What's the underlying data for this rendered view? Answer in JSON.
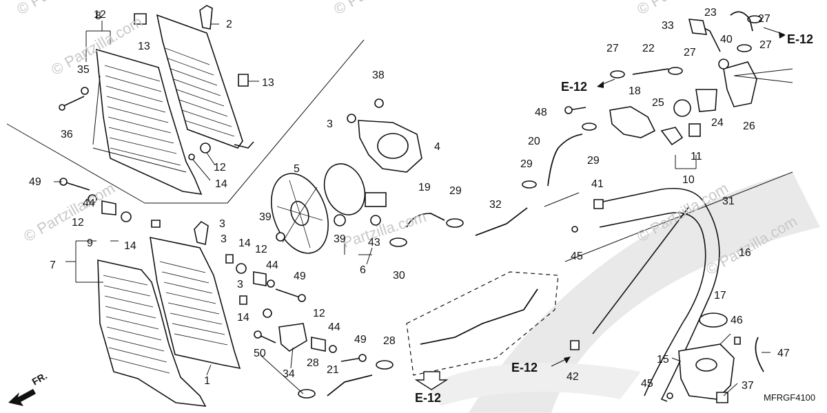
{
  "diagram": {
    "code": "MFRGF4100",
    "front_label": "FR.",
    "watermarks": [
      "© Partzilla.com",
      "© Partzilla.com",
      "© Partzilla.com",
      "© Partzilla.com",
      "© Partzilla.com",
      "© Partzilla.com",
      "© Partzilla.com",
      "Partzilla.com"
    ],
    "references": [
      "E-12",
      "E-12",
      "E-12",
      "E-12"
    ],
    "callouts": [
      "1",
      "2",
      "3",
      "3",
      "3",
      "3",
      "4",
      "5",
      "6",
      "7",
      "8",
      "9",
      "10",
      "11",
      "12",
      "12",
      "12",
      "12",
      "12",
      "13",
      "13",
      "14",
      "14",
      "14",
      "14",
      "15",
      "16",
      "17",
      "18",
      "19",
      "20",
      "21",
      "22",
      "23",
      "24",
      "25",
      "26",
      "27",
      "27",
      "27",
      "27",
      "28",
      "28",
      "29",
      "29",
      "29",
      "31",
      "32",
      "33",
      "34",
      "35",
      "36",
      "37",
      "38",
      "39",
      "39",
      "40",
      "41",
      "42",
      "43",
      "44",
      "44",
      "44",
      "45",
      "45",
      "46",
      "47",
      "48",
      "49",
      "49",
      "49",
      "50",
      "30"
    ]
  }
}
